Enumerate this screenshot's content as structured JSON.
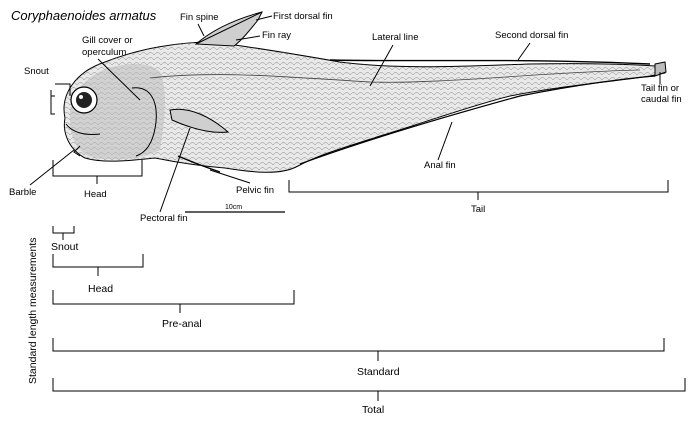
{
  "title": "Coryphaenoides armatus",
  "labels": {
    "fin_spine": "Fin spine",
    "first_dorsal_fin": "First dorsal fin",
    "fin_ray": "Fin ray",
    "gill_cover_1": "Gill cover or",
    "gill_cover_2": "operculum",
    "snout": "Snout",
    "lateral_line": "Lateral line",
    "second_dorsal_fin": "Second dorsal fin",
    "tail_fin_1": "Tail fin or",
    "tail_fin_2": "caudal fin",
    "barble": "Barble",
    "head": "Head",
    "anal_fin": "Anal fin",
    "pelvic_fin": "Pelvic fin",
    "pectoral_fin": "Pectoral fin",
    "scale": "10cm",
    "tail": "Tail"
  },
  "measurements": {
    "axis_title": "Standard length measurements",
    "snout": "Snout",
    "head": "Head",
    "pre_anal": "Pre-anal",
    "standard": "Standard",
    "total": "Total"
  },
  "colors": {
    "ink": "#000000",
    "fish_fill": "#e9e9e9",
    "fish_shade": "#bdbdbd"
  }
}
